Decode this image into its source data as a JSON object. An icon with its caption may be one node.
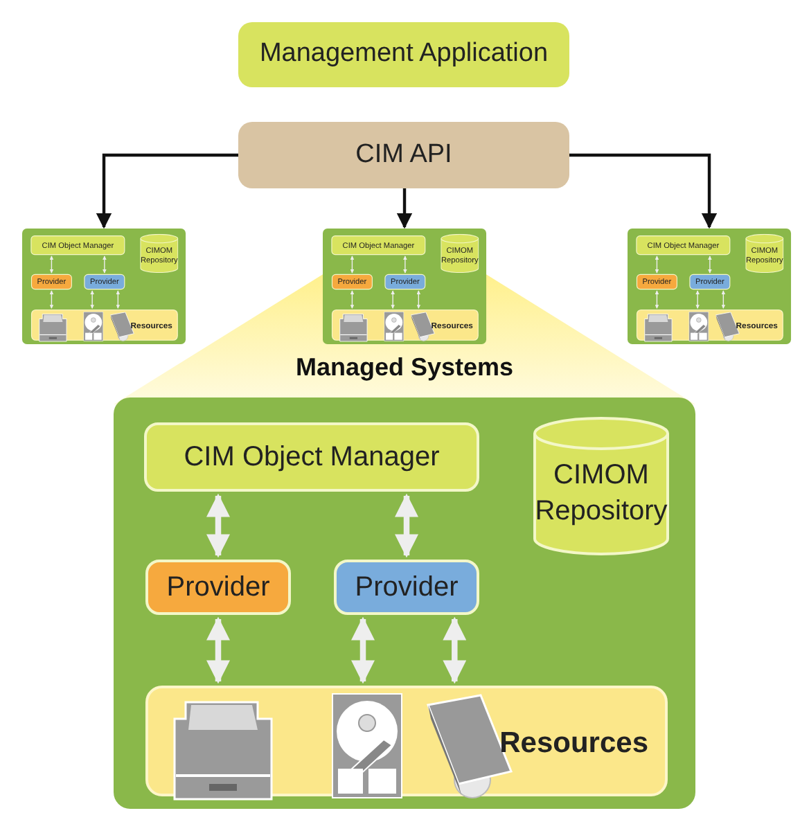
{
  "diagram": {
    "nodes": [
      {
        "text": [
          "Management Application"
        ]
      },
      {
        "text": [
          "CIM API"
        ]
      },
      {
        "text": [],
        "shape": "box"
      },
      {
        "text": [
          "CIM Object Manager"
        ],
        "in": 2
      },
      {
        "text": [
          "CIMOM Repository"
        ],
        "in": 2
      },
      {
        "text": [
          "Provider"
        ],
        "in": 2
      },
      {
        "text": [
          "Provider"
        ],
        "in": 2
      },
      {
        "text": [
          "Resources"
        ],
        "in": 2
      },
      {
        "text": [],
        "shape": "box"
      },
      {
        "text": [
          "CIM Object Manager"
        ],
        "in": 8
      },
      {
        "text": [
          "CIMOM Repository"
        ],
        "in": 8
      },
      {
        "text": [
          "Provider"
        ],
        "in": 8
      },
      {
        "text": [
          "Provider"
        ],
        "in": 8
      },
      {
        "text": [
          "Resources"
        ],
        "in": 8
      },
      {
        "text": [],
        "shape": "box"
      },
      {
        "text": [
          "CIM Object Manager"
        ],
        "in": 14
      },
      {
        "text": [
          "CIMOM Repository"
        ],
        "in": 14
      },
      {
        "text": [
          "Provider"
        ],
        "in": 14
      },
      {
        "text": [
          "Provider"
        ],
        "in": 14
      },
      {
        "text": [
          "Resources"
        ],
        "in": 14
      },
      {
        "text": [],
        "shape": "box"
      },
      {
        "text": [
          "CIM Object Manager"
        ],
        "in": 20
      },
      {
        "text": [
          "CIMOM Repository"
        ],
        "in": 20
      },
      {
        "text": [
          "Provider"
        ],
        "in": 20
      },
      {
        "text": [
          "Provider"
        ],
        "in": 20
      },
      {
        "text": [
          "Resources"
        ],
        "in": 20
      }
    ],
    "edges": [
      {
        "from": 1,
        "to": 2,
        "arrow": "to",
        "color": "#111111",
        "style": "thick"
      },
      {
        "from": 1,
        "to": 8,
        "arrow": "to",
        "color": "#111111",
        "style": "thick"
      },
      {
        "from": 1,
        "to": 14,
        "arrow": "to",
        "color": "#111111",
        "style": "thick"
      },
      {
        "from": 3,
        "to": 5,
        "arrow": "both"
      },
      {
        "from": 3,
        "to": 6,
        "arrow": "both"
      },
      {
        "from": 5,
        "to": 7,
        "arrow": "both"
      },
      {
        "from": 6,
        "to": 7,
        "arrow": "both"
      },
      {
        "from": 6,
        "to": 7,
        "arrow": "both"
      },
      {
        "from": 9,
        "to": 11,
        "arrow": "both"
      },
      {
        "from": 9,
        "to": 12,
        "arrow": "both"
      },
      {
        "from": 11,
        "to": 13,
        "arrow": "both"
      },
      {
        "from": 12,
        "to": 13,
        "arrow": "both"
      },
      {
        "from": 12,
        "to": 13,
        "arrow": "both"
      },
      {
        "from": 15,
        "to": 17,
        "arrow": "both"
      },
      {
        "from": 15,
        "to": 18,
        "arrow": "both"
      },
      {
        "from": 17,
        "to": 19,
        "arrow": "both"
      },
      {
        "from": 18,
        "to": 19,
        "arrow": "both"
      },
      {
        "from": 18,
        "to": 19,
        "arrow": "both"
      },
      {
        "from": 21,
        "to": 23,
        "arrow": "both",
        "style": "thick"
      },
      {
        "from": 21,
        "to": 24,
        "arrow": "both",
        "style": "thick"
      },
      {
        "from": 23,
        "to": 25,
        "arrow": "both",
        "style": "thick"
      },
      {
        "from": 24,
        "to": 25,
        "arrow": "both",
        "style": "thick"
      },
      {
        "from": 24,
        "to": 25,
        "arrow": "both",
        "style": "thick"
      }
    ],
    "labels": [
      "Managed Systems"
    ]
  }
}
